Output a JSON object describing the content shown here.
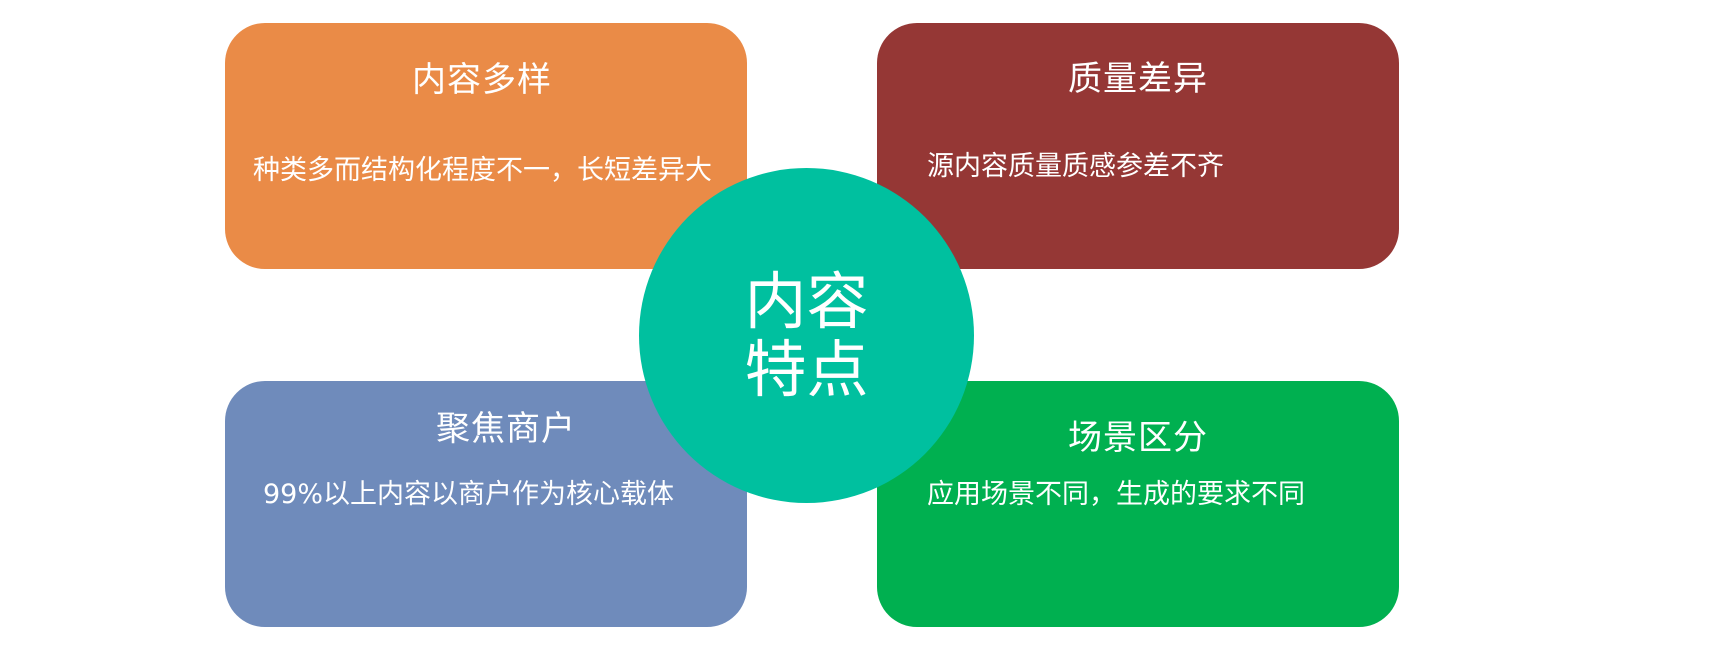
{
  "diagram": {
    "center": {
      "label": "内容特点",
      "color": "#00c09f"
    },
    "cards": [
      {
        "position": "top-left",
        "title": "内容多样",
        "description": "种类多而结构化程度不一，长短差异大",
        "color": "#ea8b47"
      },
      {
        "position": "top-right",
        "title": "质量差异",
        "description": "源内容质量质感参差不齐",
        "color": "#953735"
      },
      {
        "position": "bottom-left",
        "title": "聚焦商户",
        "description": "99%以上内容以商户作为核心载体",
        "color": "#6f8bbb"
      },
      {
        "position": "bottom-right",
        "title": "场景区分",
        "description": "应用场景不同，生成的要求不同",
        "color": "#00b050"
      }
    ]
  }
}
